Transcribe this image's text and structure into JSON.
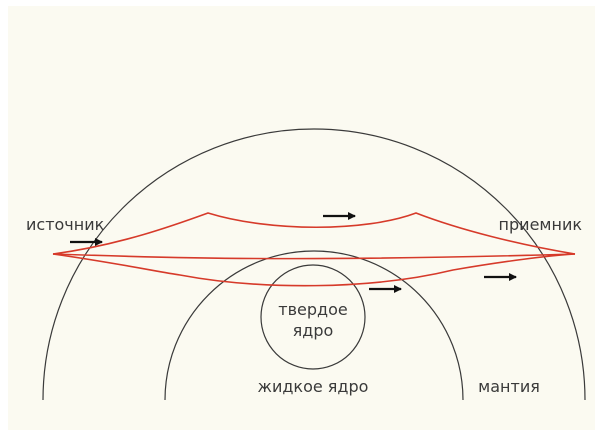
{
  "labels": {
    "source": "источник",
    "receiver": "приемник",
    "inner_core_line1": "твердое",
    "inner_core_line2": "ядро",
    "outer_core": "жидкое ядро",
    "mantle": "мантия"
  },
  "colors": {
    "background": "#fbfaf1",
    "rays": "#d63a2a",
    "outlines": "#3a3a3a",
    "arrows": "#111111"
  }
}
